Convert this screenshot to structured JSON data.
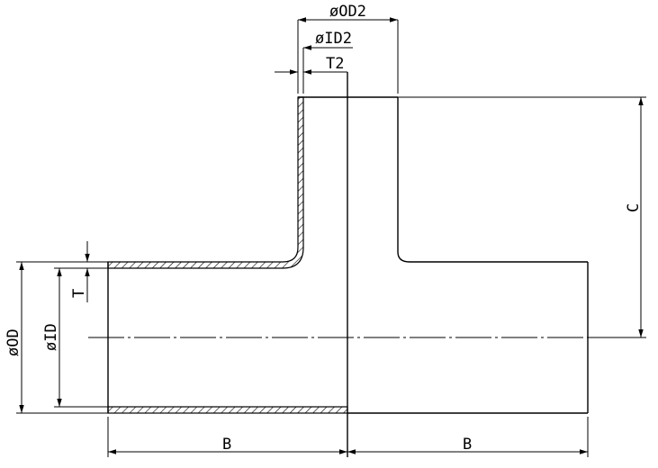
{
  "labels": {
    "od2": "øOD2",
    "id2": "øID2",
    "t2": "T2",
    "c": "C",
    "t": "T",
    "od": "øOD",
    "id": "øID",
    "b_left": "B",
    "b_right": "B"
  },
  "colors": {
    "stroke": "#000000",
    "background": "#ffffff"
  }
}
